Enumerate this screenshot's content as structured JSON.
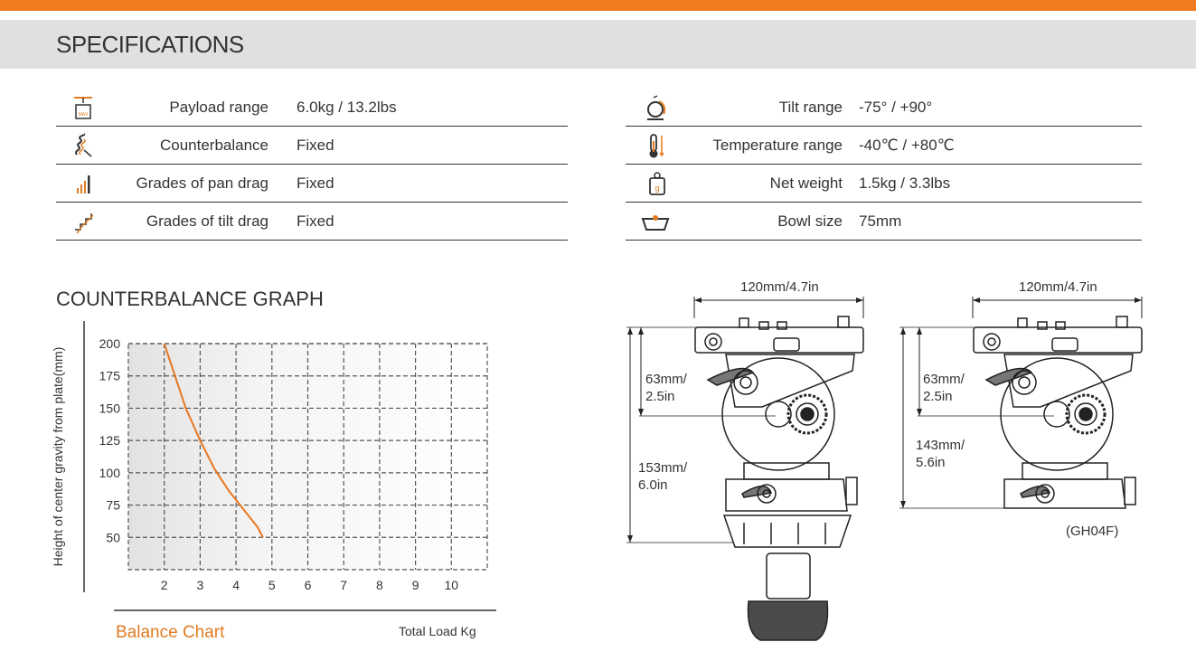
{
  "header": {
    "title": "SPECIFICATIONS",
    "accent_color": "#ee7b1f"
  },
  "specs_left": [
    {
      "icon": "payload-icon",
      "label": "Payload range",
      "value": "6.0kg / 13.2lbs"
    },
    {
      "icon": "counterbalance-spring-icon",
      "label": "Counterbalance",
      "value": "Fixed"
    },
    {
      "icon": "pan-drag-bars-icon",
      "label": "Grades of pan drag",
      "value": "Fixed"
    },
    {
      "icon": "tilt-drag-steps-icon",
      "label": "Grades of tilt drag",
      "value": "Fixed"
    }
  ],
  "specs_right": [
    {
      "icon": "tilt-range-icon",
      "label": "Tilt range",
      "value": "-75° / +90°"
    },
    {
      "icon": "thermometer-icon",
      "label": "Temperature range",
      "value": "-40℃ / +80℃"
    },
    {
      "icon": "weight-icon",
      "label": "Net weight",
      "value": "1.5kg / 3.3lbs"
    },
    {
      "icon": "bowl-icon",
      "label": "Bowl size",
      "value": "75mm"
    }
  ],
  "icon_text": {
    "max_badge": "MAX",
    "weight_badge": "g"
  },
  "graph": {
    "title": "COUNTERBALANCE GRAPH",
    "caption": "Balance Chart",
    "caption_color": "#e07c22"
  },
  "chart_data": {
    "type": "line",
    "title": "",
    "xlabel": "Total Load Kg",
    "ylabel": "Height of center gravity from plate(mm)",
    "x_ticks": [
      2,
      3,
      4,
      5,
      6,
      7,
      8,
      9,
      10
    ],
    "y_ticks": [
      50,
      75,
      100,
      125,
      150,
      175,
      200
    ],
    "xlim": [
      1,
      11
    ],
    "ylim": [
      25,
      200
    ],
    "grid": true,
    "series": [
      {
        "color": "#e8761e",
        "x": [
          2.0,
          2.3,
          2.6,
          3.0,
          3.4,
          3.8,
          4.2,
          4.6,
          4.75
        ],
        "y": [
          200,
          175,
          150,
          125,
          103,
          86,
          72,
          58,
          50
        ]
      }
    ]
  },
  "drawing_left": {
    "width": "120mm/4.7in",
    "upper_line1": "63mm/",
    "upper_line2": "2.5in",
    "total_line1": "153mm/",
    "total_line2": "6.0in"
  },
  "drawing_right": {
    "width": "120mm/4.7in",
    "upper_line1": "63mm/",
    "upper_line2": "2.5in",
    "total_line1": "143mm/",
    "total_line2": "5.6in",
    "model": "(GH04F)"
  }
}
